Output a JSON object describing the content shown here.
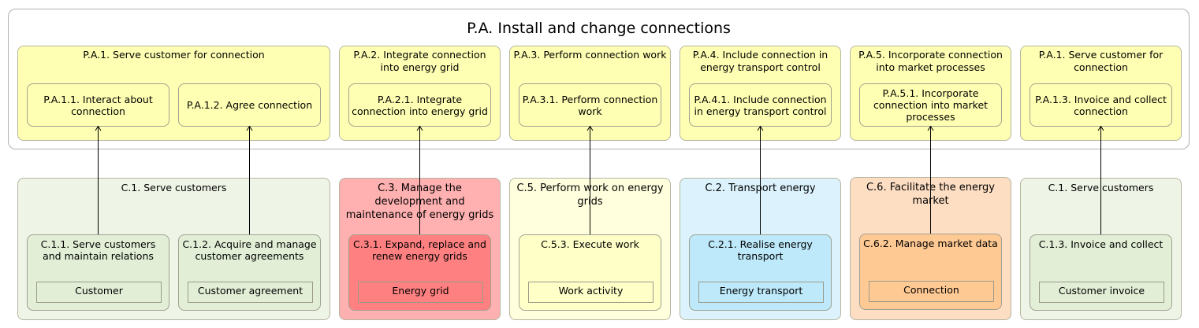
{
  "process": {
    "title": "P.A. Install and change connections",
    "groups": [
      {
        "title": "P.A.1. Serve customer for connection",
        "items": [
          "P.A.1.1. Interact about connection",
          "P.A.1.2. Agree connection"
        ]
      },
      {
        "title": "P.A.2. Integrate connection into energy grid",
        "items": [
          "P.A.2.1. Integrate connection into energy grid"
        ]
      },
      {
        "title": "P.A.3. Perform connection work",
        "items": [
          "P.A.3.1. Perform connection work"
        ]
      },
      {
        "title": "P.A.4. Include connection in energy transport control",
        "items": [
          "P.A.4.1. Include connection in energy transport control"
        ]
      },
      {
        "title": "P.A.5. Incorporate connection into market processes",
        "items": [
          "P.A.5.1. Incorporate connection into market processes"
        ]
      },
      {
        "title": "P.A.1. Serve customer for connection",
        "items": [
          "P.A.1.3. Invoice and collect connection"
        ]
      }
    ]
  },
  "capabilities": [
    {
      "title": "C.1. Serve customers",
      "items": [
        {
          "title": "C.1.1. Serve customers and maintain relations",
          "entity": "Customer"
        },
        {
          "title": "C.1.2. Acquire and manage customer agreements",
          "entity": "Customer agreement"
        }
      ]
    },
    {
      "title": "C.3. Manage the development and maintenance of energy grids",
      "items": [
        {
          "title": "C.3.1. Expand, replace and renew energy grids",
          "entity": "Energy grid"
        }
      ]
    },
    {
      "title": "C.5. Perform work on energy grids",
      "items": [
        {
          "title": "C.5.3. Execute work",
          "entity": "Work activity"
        }
      ]
    },
    {
      "title": "C.2. Transport energy",
      "items": [
        {
          "title": "C.2.1. Realise energy transport",
          "entity": "Energy transport"
        }
      ]
    },
    {
      "title": "C.6. Facilitate the energy market",
      "items": [
        {
          "title": "C.6.2. Manage market data",
          "entity": "Connection"
        }
      ]
    },
    {
      "title": "C.1. Serve customers",
      "items": [
        {
          "title": "C.1.3. Invoice and collect",
          "entity": "Customer invoice"
        }
      ]
    }
  ],
  "colors": {
    "process_fill": "#ffffb3",
    "green_group": "#eef4e6",
    "green_sub": "#e2efd6",
    "red_group": "#ffb0b0",
    "red_sub": "#ff8080",
    "yellow_group": "#ffffdd",
    "yellow_sub": "#ffffc8",
    "blue_group": "#dcf2fc",
    "blue_sub": "#bde9fa",
    "orange_group": "#fddec3",
    "orange_sub": "#ffc993"
  }
}
